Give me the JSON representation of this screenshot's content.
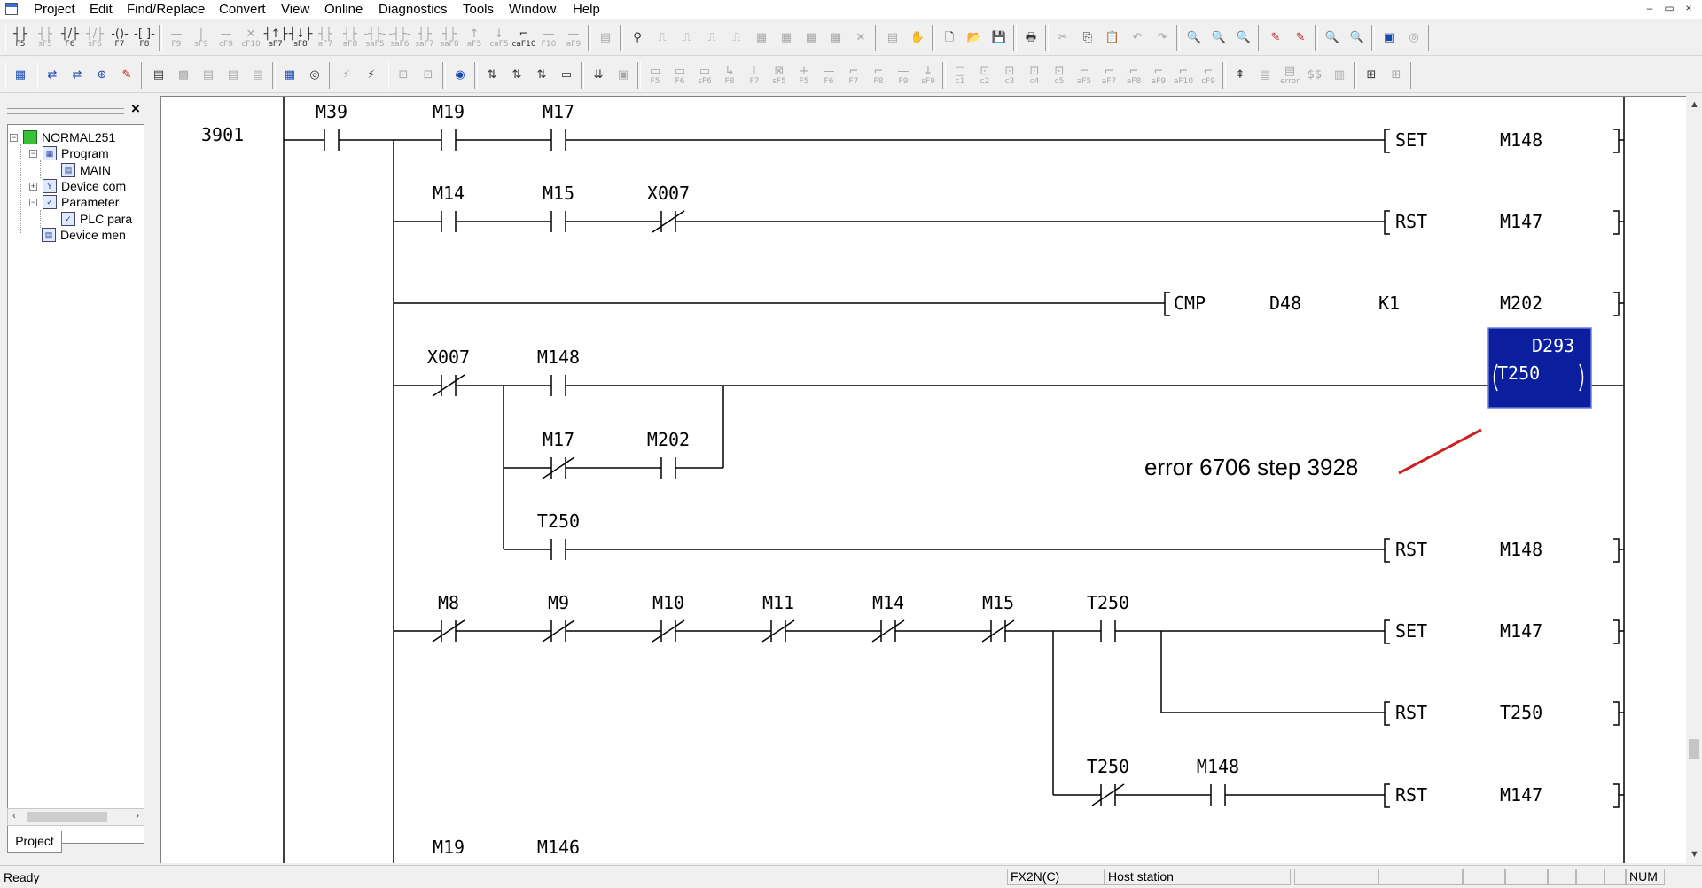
{
  "menu": [
    "Project",
    "Edit",
    "Find/Replace",
    "Convert",
    "View",
    "Online",
    "Diagnostics",
    "Tools",
    "Window",
    "Help"
  ],
  "window_controls": [
    "–",
    "▭",
    "×"
  ],
  "toolbar1_groups": [
    [
      {
        "k": "F5",
        "s": "┤├"
      },
      {
        "k": "sF5",
        "s": "┤├",
        "d": 1
      },
      {
        "k": "F6",
        "s": "┤/├"
      },
      {
        "k": "sF6",
        "s": "┤/├",
        "d": 1
      },
      {
        "k": "F7",
        "s": "-()-"
      },
      {
        "k": "F8",
        "s": "-[ ]-"
      }
    ],
    [
      {
        "k": "F9",
        "s": "—",
        "d": 1
      },
      {
        "k": "sF9",
        "s": "|",
        "d": 1
      },
      {
        "k": "cF9",
        "s": "—",
        "d": 1
      },
      {
        "k": "cF10",
        "s": "✕",
        "d": 1
      },
      {
        "k": "sF7",
        "s": "┤↑├"
      },
      {
        "k": "sF8",
        "s": "┤↓├"
      },
      {
        "k": "aF7",
        "s": "┤├",
        "d": 1
      },
      {
        "k": "aF8",
        "s": "┤├",
        "d": 1
      },
      {
        "k": "saF5",
        "s": "-┤├-",
        "d": 1
      },
      {
        "k": "saF6",
        "s": "-┤├-",
        "d": 1
      },
      {
        "k": "saF7",
        "s": "┤├",
        "d": 1
      },
      {
        "k": "saF8",
        "s": "┤├",
        "d": 1
      },
      {
        "k": "aF5",
        "s": "↑",
        "d": 1
      },
      {
        "k": "caF5",
        "s": "↓",
        "d": 1
      },
      {
        "k": "caF10",
        "s": "⌐"
      },
      {
        "k": "F10",
        "s": "—",
        "d": 1
      },
      {
        "k": "aF9",
        "s": "—",
        "d": 1
      }
    ],
    [
      {
        "k": "",
        "s": "▤",
        "d": 1
      }
    ],
    [
      {
        "k": "",
        "s": "⚲"
      },
      {
        "k": "",
        "s": "⎍",
        "d": 1
      },
      {
        "k": "",
        "s": "⎍",
        "d": 1
      },
      {
        "k": "",
        "s": "⎍",
        "d": 1
      },
      {
        "k": "",
        "s": "⎍",
        "d": 1
      },
      {
        "k": "",
        "s": "▦",
        "d": 1
      },
      {
        "k": "",
        "s": "▦",
        "d": 1
      },
      {
        "k": "",
        "s": "▦",
        "d": 1
      },
      {
        "k": "",
        "s": "▦",
        "d": 1
      },
      {
        "k": "",
        "s": "✕",
        "d": 1
      }
    ],
    [
      {
        "k": "",
        "s": "▤",
        "d": 1
      },
      {
        "k": "",
        "s": "✋",
        "d": 1
      }
    ],
    [
      {
        "k": "",
        "s": "🗋"
      },
      {
        "k": "",
        "s": "📂"
      },
      {
        "k": "",
        "s": "💾"
      }
    ],
    [
      {
        "k": "",
        "s": "🖶"
      }
    ],
    [
      {
        "k": "",
        "s": "✂",
        "d": 1
      },
      {
        "k": "",
        "s": "⎘"
      },
      {
        "k": "",
        "s": "📋",
        "d": 1
      },
      {
        "k": "",
        "s": "↶",
        "d": 1
      },
      {
        "k": "",
        "s": "↷",
        "d": 1
      }
    ],
    [
      {
        "k": "",
        "s": "🔍",
        "c": "col"
      },
      {
        "k": "",
        "s": "🔍",
        "c": "col"
      },
      {
        "k": "",
        "s": "🔍",
        "c": "col"
      }
    ],
    [
      {
        "k": "",
        "s": "✎",
        "c": "red"
      },
      {
        "k": "",
        "s": "✎",
        "c": "red"
      }
    ],
    [
      {
        "k": "",
        "s": "🔍",
        "c": "col"
      },
      {
        "k": "",
        "s": "🔍",
        "c": "col"
      }
    ],
    [
      {
        "k": "",
        "s": "▣",
        "c": "col"
      },
      {
        "k": "",
        "s": "◎",
        "d": 1
      }
    ]
  ],
  "toolbar2_groups": [
    [
      {
        "k": "",
        "s": "▦",
        "c": "col"
      }
    ],
    [
      {
        "k": "",
        "s": "⇄",
        "c": "col"
      },
      {
        "k": "",
        "s": "⇄",
        "c": "col"
      },
      {
        "k": "",
        "s": "⊕",
        "c": "col"
      },
      {
        "k": "",
        "s": "✎",
        "c": "red"
      }
    ],
    [
      {
        "k": "",
        "s": "▤"
      },
      {
        "k": "",
        "s": "▩",
        "d": 1
      },
      {
        "k": "",
        "s": "▤",
        "d": 1
      },
      {
        "k": "",
        "s": "▤",
        "d": 1
      },
      {
        "k": "",
        "s": "▤",
        "d": 1
      }
    ],
    [
      {
        "k": "",
        "s": "▦",
        "c": "col"
      },
      {
        "k": "",
        "s": "◎"
      }
    ],
    [
      {
        "k": "",
        "s": "⚡",
        "d": 1
      },
      {
        "k": "",
        "s": "⚡"
      }
    ],
    [
      {
        "k": "",
        "s": "⊡",
        "d": 1
      },
      {
        "k": "",
        "s": "⊡",
        "d": 1
      }
    ],
    [
      {
        "k": "",
        "s": "◉",
        "c": "col"
      }
    ],
    [
      {
        "k": "",
        "s": "⇅"
      },
      {
        "k": "",
        "s": "⇅"
      },
      {
        "k": "",
        "s": "⇅"
      },
      {
        "k": "",
        "s": "▭"
      }
    ],
    [
      {
        "k": "",
        "s": "⇊"
      },
      {
        "k": "",
        "s": "▣",
        "d": 1
      }
    ],
    [
      {
        "k": "F5",
        "s": "▭",
        "d": 1
      },
      {
        "k": "F6",
        "s": "▭",
        "d": 1
      },
      {
        "k": "sF6",
        "s": "▭",
        "d": 1
      },
      {
        "k": "F8",
        "s": "↳",
        "d": 1
      },
      {
        "k": "F7",
        "s": "⊥",
        "d": 1
      },
      {
        "k": "sF5",
        "s": "⊠",
        "d": 1
      },
      {
        "k": "F5",
        "s": "+",
        "d": 1
      },
      {
        "k": "F6",
        "s": "—",
        "d": 1
      },
      {
        "k": "F7",
        "s": "⌐",
        "d": 1
      },
      {
        "k": "F8",
        "s": "⌐",
        "d": 1
      },
      {
        "k": "F9",
        "s": "—",
        "d": 1
      },
      {
        "k": "sF9",
        "s": "↓",
        "d": 1
      }
    ],
    [
      {
        "k": "c1",
        "s": "▢",
        "d": 1
      },
      {
        "k": "c2",
        "s": "⊡",
        "d": 1
      },
      {
        "k": "c3",
        "s": "⊡",
        "d": 1
      },
      {
        "k": "c4",
        "s": "⊡",
        "d": 1
      },
      {
        "k": "c5",
        "s": "⊡",
        "d": 1
      },
      {
        "k": "aF5",
        "s": "⌐",
        "d": 1
      },
      {
        "k": "aF7",
        "s": "⌐",
        "d": 1
      },
      {
        "k": "aF8",
        "s": "⌐",
        "d": 1
      },
      {
        "k": "aF9",
        "s": "⌐",
        "d": 1
      },
      {
        "k": "aF10",
        "s": "⌐",
        "d": 1
      },
      {
        "k": "cF9",
        "s": "⌐",
        "d": 1
      }
    ],
    [
      {
        "k": "",
        "s": "⇞"
      },
      {
        "k": "",
        "s": "▤",
        "d": 1
      },
      {
        "k": "error",
        "s": "▤",
        "d": 1
      },
      {
        "k": "",
        "s": "$$",
        "d": 1
      },
      {
        "k": "",
        "s": "▥",
        "d": 1
      }
    ],
    [
      {
        "k": "",
        "s": "⊞"
      },
      {
        "k": "",
        "s": "⊞",
        "d": 1
      }
    ]
  ],
  "project_tree": {
    "root": "NORMAL251",
    "program": "Program",
    "main": "MAIN",
    "device_comment": "Device com",
    "parameter": "Parameter",
    "plc_param": "PLC para",
    "device_memory": "Device men",
    "tab": "Project"
  },
  "ladder": {
    "step_number": "3901",
    "rungs": {
      "r1": {
        "c1": "M39",
        "c2": "M19",
        "c3": "M17",
        "instr": "SET",
        "op1": "M148"
      },
      "r2": {
        "c1": "M14",
        "c2": "M15",
        "c3": "X007",
        "instr": "RST",
        "op1": "M147"
      },
      "r3": {
        "instr": "CMP",
        "op1": "D48",
        "op2": "K1",
        "op3": "M202"
      },
      "r4": {
        "c1": "X007",
        "c2": "M148",
        "c3": "M17",
        "c4": "M202",
        "coil": "T250",
        "coil_k": "D293",
        "c5": "T250",
        "instr": "RST",
        "op1": "M148"
      },
      "r5": {
        "c1": "M8",
        "c2": "M9",
        "c3": "M10",
        "c4": "M11",
        "c5": "M14",
        "c6": "M15",
        "c7": "T250",
        "instr1": "SET",
        "op1": "M147",
        "instr2": "RST",
        "op2": "T250",
        "c8": "T250",
        "c9": "M148",
        "instr3": "RST",
        "op3": "M147"
      },
      "r6": {
        "c1": "M19",
        "c2": "M146"
      }
    },
    "annotation": "error 6706 step 3928",
    "colors": {
      "selection": "#0a1e9e",
      "annotation_line": "#cc2222"
    }
  },
  "status": {
    "ready": "Ready",
    "plc_type": "FX2N(C)",
    "station": "Host station",
    "num": "NUM"
  }
}
